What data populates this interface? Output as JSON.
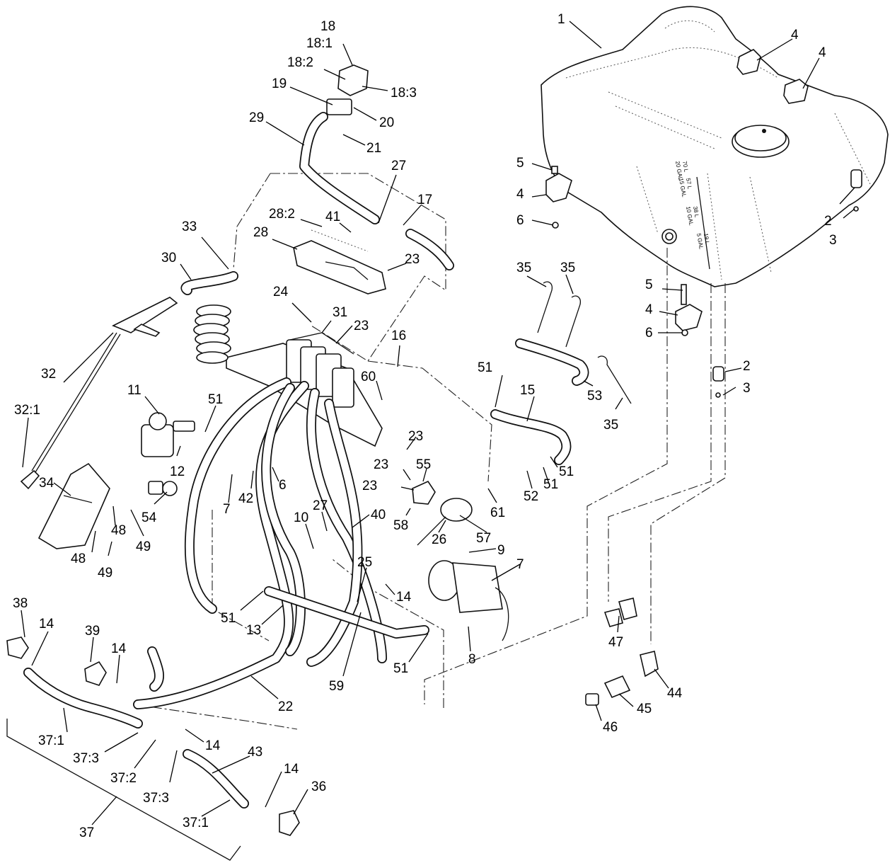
{
  "diagram": {
    "callouts": [
      {
        "id": "c1",
        "text": "1"
      },
      {
        "id": "c4a",
        "text": "4"
      },
      {
        "id": "c4b",
        "text": "4"
      },
      {
        "id": "c18",
        "text": "18"
      },
      {
        "id": "c18_1",
        "text": "18:1"
      },
      {
        "id": "c18_2",
        "text": "18:2"
      },
      {
        "id": "c18_3",
        "text": "18:3"
      },
      {
        "id": "c19",
        "text": "19"
      },
      {
        "id": "c20",
        "text": "20"
      },
      {
        "id": "c21",
        "text": "21"
      },
      {
        "id": "c29",
        "text": "29"
      },
      {
        "id": "c5a",
        "text": "5"
      },
      {
        "id": "c4c",
        "text": "4"
      },
      {
        "id": "c6a",
        "text": "6"
      },
      {
        "id": "c2a",
        "text": "2"
      },
      {
        "id": "c3a",
        "text": "3"
      },
      {
        "id": "c27a",
        "text": "27"
      },
      {
        "id": "c17",
        "text": "17"
      },
      {
        "id": "c28_2",
        "text": "28:2"
      },
      {
        "id": "c41",
        "text": "41"
      },
      {
        "id": "c33",
        "text": "33"
      },
      {
        "id": "c28",
        "text": "28"
      },
      {
        "id": "c23a",
        "text": "23"
      },
      {
        "id": "c30",
        "text": "30"
      },
      {
        "id": "c35a",
        "text": "35"
      },
      {
        "id": "c35b",
        "text": "35"
      },
      {
        "id": "c5b",
        "text": "5"
      },
      {
        "id": "c4d",
        "text": "4"
      },
      {
        "id": "c6b",
        "text": "6"
      },
      {
        "id": "c24",
        "text": "24"
      },
      {
        "id": "c31",
        "text": "31"
      },
      {
        "id": "c23b",
        "text": "23"
      },
      {
        "id": "c16",
        "text": "16"
      },
      {
        "id": "c32",
        "text": "32"
      },
      {
        "id": "c51a",
        "text": "51"
      },
      {
        "id": "c15",
        "text": "15"
      },
      {
        "id": "c2b",
        "text": "2"
      },
      {
        "id": "c3b",
        "text": "3"
      },
      {
        "id": "c11",
        "text": "11"
      },
      {
        "id": "c51b",
        "text": "51"
      },
      {
        "id": "c60",
        "text": "60"
      },
      {
        "id": "c53",
        "text": "53"
      },
      {
        "id": "c35c",
        "text": "35"
      },
      {
        "id": "c32_1",
        "text": "32:1"
      },
      {
        "id": "c23c",
        "text": "23"
      },
      {
        "id": "c12",
        "text": "12"
      },
      {
        "id": "c51c",
        "text": "51"
      },
      {
        "id": "c51d",
        "text": "51"
      },
      {
        "id": "c55",
        "text": "55"
      },
      {
        "id": "c23d",
        "text": "23"
      },
      {
        "id": "c23e",
        "text": "23"
      },
      {
        "id": "c52",
        "text": "52"
      },
      {
        "id": "c34",
        "text": "34"
      },
      {
        "id": "c6c",
        "text": "6"
      },
      {
        "id": "c54",
        "text": "54"
      },
      {
        "id": "c7a",
        "text": "7"
      },
      {
        "id": "c42",
        "text": "42"
      },
      {
        "id": "c61",
        "text": "61"
      },
      {
        "id": "c27b",
        "text": "27"
      },
      {
        "id": "c40",
        "text": "40"
      },
      {
        "id": "c10",
        "text": "10"
      },
      {
        "id": "c58",
        "text": "58"
      },
      {
        "id": "c48a",
        "text": "48"
      },
      {
        "id": "c49a",
        "text": "49"
      },
      {
        "id": "c26",
        "text": "26"
      },
      {
        "id": "c57",
        "text": "57"
      },
      {
        "id": "c9",
        "text": "9"
      },
      {
        "id": "c7b",
        "text": "7"
      },
      {
        "id": "c48b",
        "text": "48"
      },
      {
        "id": "c49b",
        "text": "49"
      },
      {
        "id": "c25",
        "text": "25"
      },
      {
        "id": "c14a",
        "text": "14"
      },
      {
        "id": "c38",
        "text": "38"
      },
      {
        "id": "c51e",
        "text": "51"
      },
      {
        "id": "c13",
        "text": "13"
      },
      {
        "id": "c14b",
        "text": "14"
      },
      {
        "id": "c39",
        "text": "39"
      },
      {
        "id": "c47",
        "text": "47"
      },
      {
        "id": "c14c",
        "text": "14"
      },
      {
        "id": "c8",
        "text": "8"
      },
      {
        "id": "c51f",
        "text": "51"
      },
      {
        "id": "c59",
        "text": "59"
      },
      {
        "id": "c44",
        "text": "44"
      },
      {
        "id": "c22",
        "text": "22"
      },
      {
        "id": "c45",
        "text": "45"
      },
      {
        "id": "c46",
        "text": "46"
      },
      {
        "id": "c37_1a",
        "text": "37:1"
      },
      {
        "id": "c14d",
        "text": "14"
      },
      {
        "id": "c43",
        "text": "43"
      },
      {
        "id": "c37_3a",
        "text": "37:3"
      },
      {
        "id": "c37_2",
        "text": "37:2"
      },
      {
        "id": "c14e",
        "text": "14"
      },
      {
        "id": "c36",
        "text": "36"
      },
      {
        "id": "c37_3b",
        "text": "37:3"
      },
      {
        "id": "c37_1b",
        "text": "37:1"
      },
      {
        "id": "c37",
        "text": "37"
      }
    ],
    "tank_markings": [
      "20 GAL",
      "70 L",
      "15 GAL",
      "57 L",
      "10 GAL",
      "38 L",
      "5 GAL",
      "19 L"
    ]
  }
}
